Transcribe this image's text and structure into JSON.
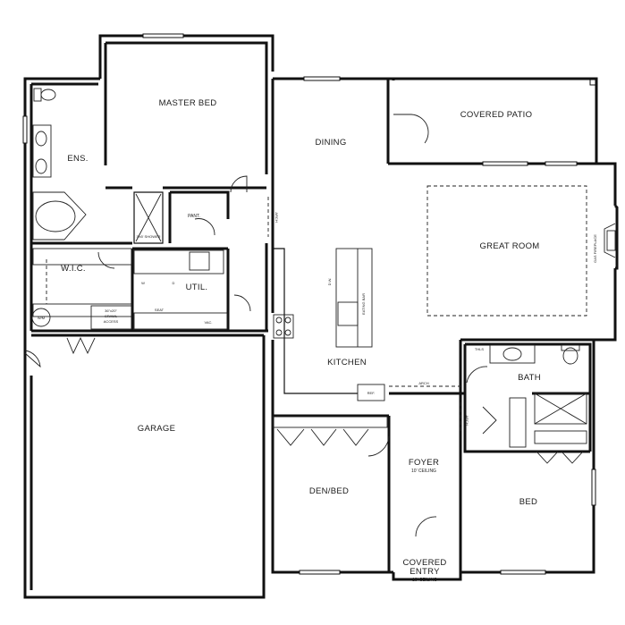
{
  "rooms": {
    "master_bed": "MASTER BED",
    "dining": "DINING",
    "covered_patio": "COVERED PATIO",
    "ens": "ENS.",
    "pant": "PANT.",
    "shower": "3'x5' SHOWER",
    "great_room": "GREAT ROOM",
    "wic": "W.I.C.",
    "util": "UTIL.",
    "kitchen": "KITCHEN",
    "bath": "BATH",
    "garage": "GARAGE",
    "foyer": "FOYER",
    "foyer_ceiling": "10' CEILING",
    "den_bed": "DEN/BED",
    "bed": "BED",
    "covered_entry_1": "COVERED",
    "covered_entry_2": "ENTRY",
    "covered_entry_ceiling": "10' CEILING"
  },
  "annotations": {
    "arch_1": "ARCH",
    "arch_2": "ARCH",
    "arch_3": "ARCH",
    "gas_fireplace": "GAS FIREPLACE",
    "eating_bar": "EATING BAR",
    "dw": "D.W.",
    "ref": "REF.",
    "thls": "THLS",
    "seat": "SEAT",
    "vac": "VAC.",
    "wm": "W/M",
    "w": "W",
    "d": "D",
    "crawl_1": "36\"x20\"",
    "crawl_2": "CRAWL",
    "crawl_3": "ACCESS"
  }
}
